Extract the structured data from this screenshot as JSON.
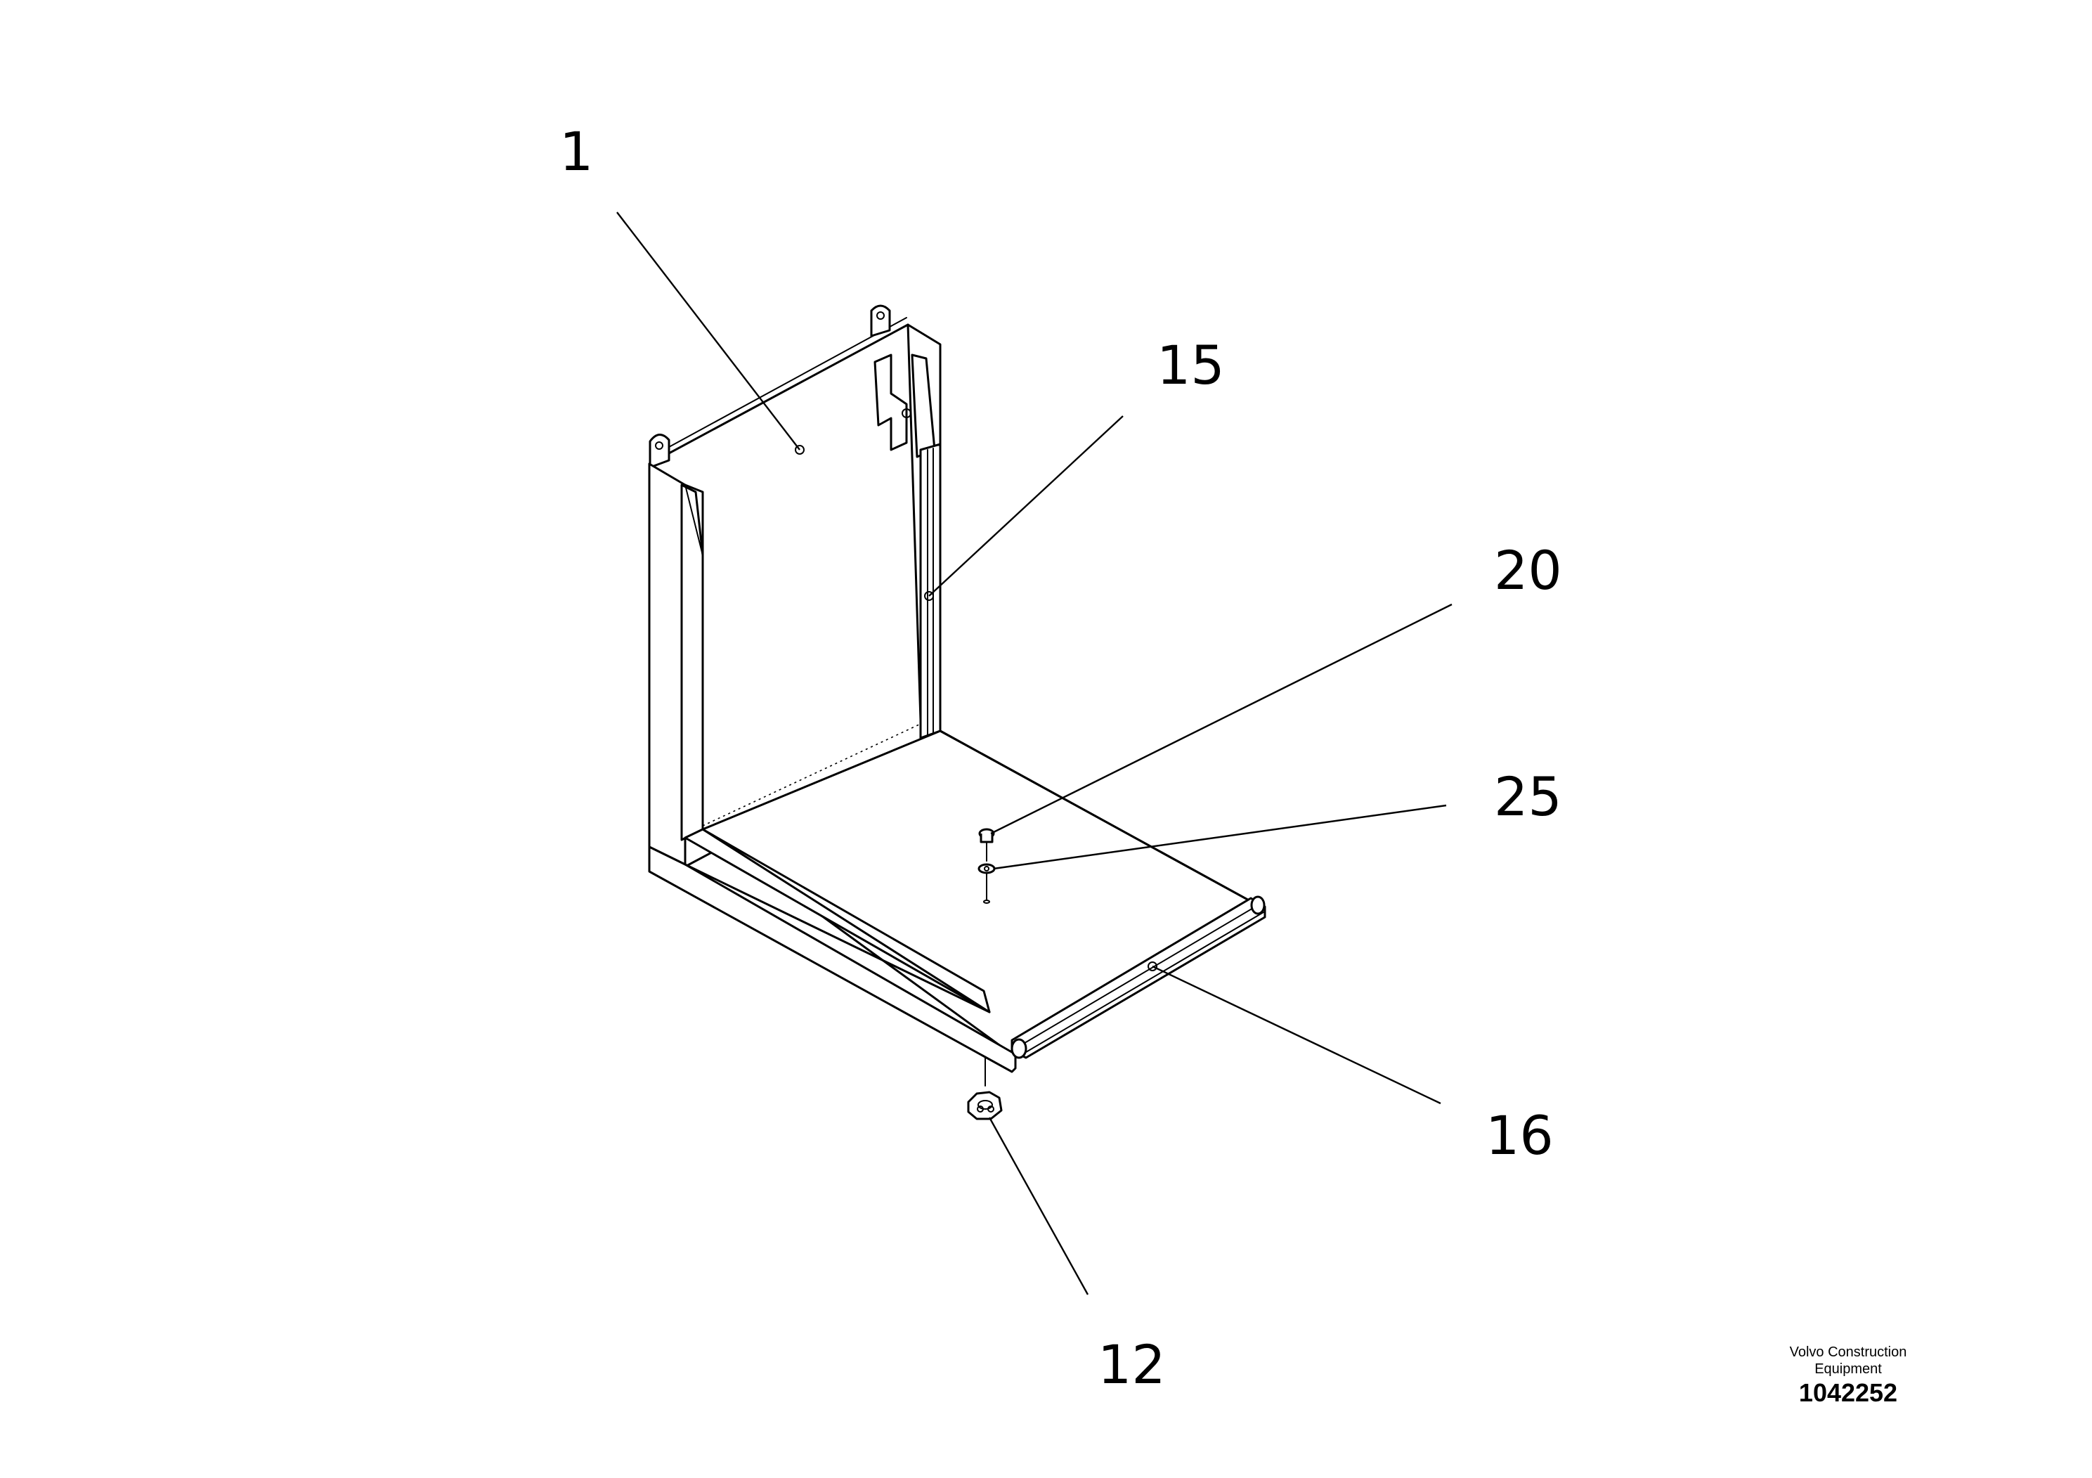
{
  "callouts": [
    {
      "id": "1",
      "label": "1"
    },
    {
      "id": "15",
      "label": "15"
    },
    {
      "id": "20",
      "label": "20"
    },
    {
      "id": "25",
      "label": "25"
    },
    {
      "id": "16",
      "label": "16"
    },
    {
      "id": "12",
      "label": "12"
    }
  ],
  "brand": {
    "line1": "Volvo Construction",
    "line2": "Equipment",
    "drawing_number": "1042252"
  }
}
